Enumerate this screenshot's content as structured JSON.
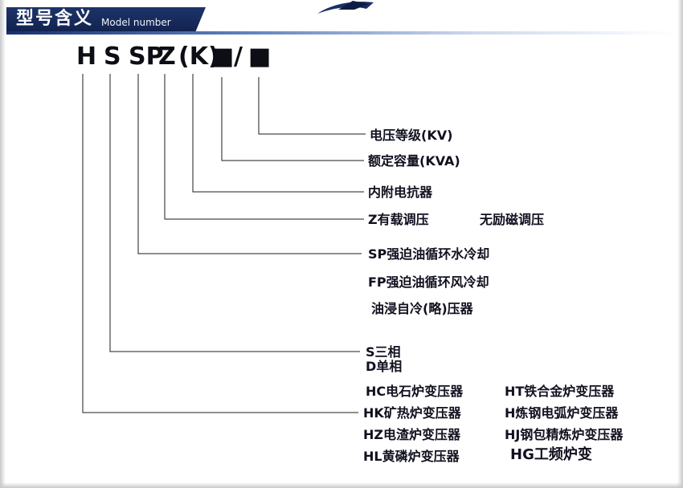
{
  "header": {
    "title": "型号含义",
    "subtitle": "Model number"
  },
  "code": {
    "h": "H",
    "s": "S",
    "sp": "SP",
    "z": "Z",
    "k": "(K)",
    "box1": "■",
    "slash": "/",
    "box2": "■"
  },
  "annotations": {
    "voltage": "电压等级(KV)",
    "capacity": "额定容量(KVA)",
    "reactor": "内附电抗器",
    "onload_regulation": "Z有载调压",
    "offload_regulation": "无励磁调压",
    "sp_cooling": "SP强迫油循环水冷却",
    "fp_cooling": "FP强迫油循环风冷却",
    "oil_cooling": "油浸自冷(略)压器",
    "three_phase": "S三相",
    "single_phase": "D单相",
    "hc": "HC电石炉变压器",
    "ht": "HT铁合金炉变压器",
    "hk": "HK矿热炉变压器",
    "h": "H炼钢电弧炉变压器",
    "hz": "HZ电渣炉变压器",
    "hj": "HJ钢包精炼炉变压器",
    "hl": "HL黄磷炉变压器",
    "hg": "HG工频炉变"
  },
  "colors": {
    "header_navy": "#16265a",
    "accent_blue": "#2a4a8a",
    "line_color": "#1c1c1c"
  }
}
